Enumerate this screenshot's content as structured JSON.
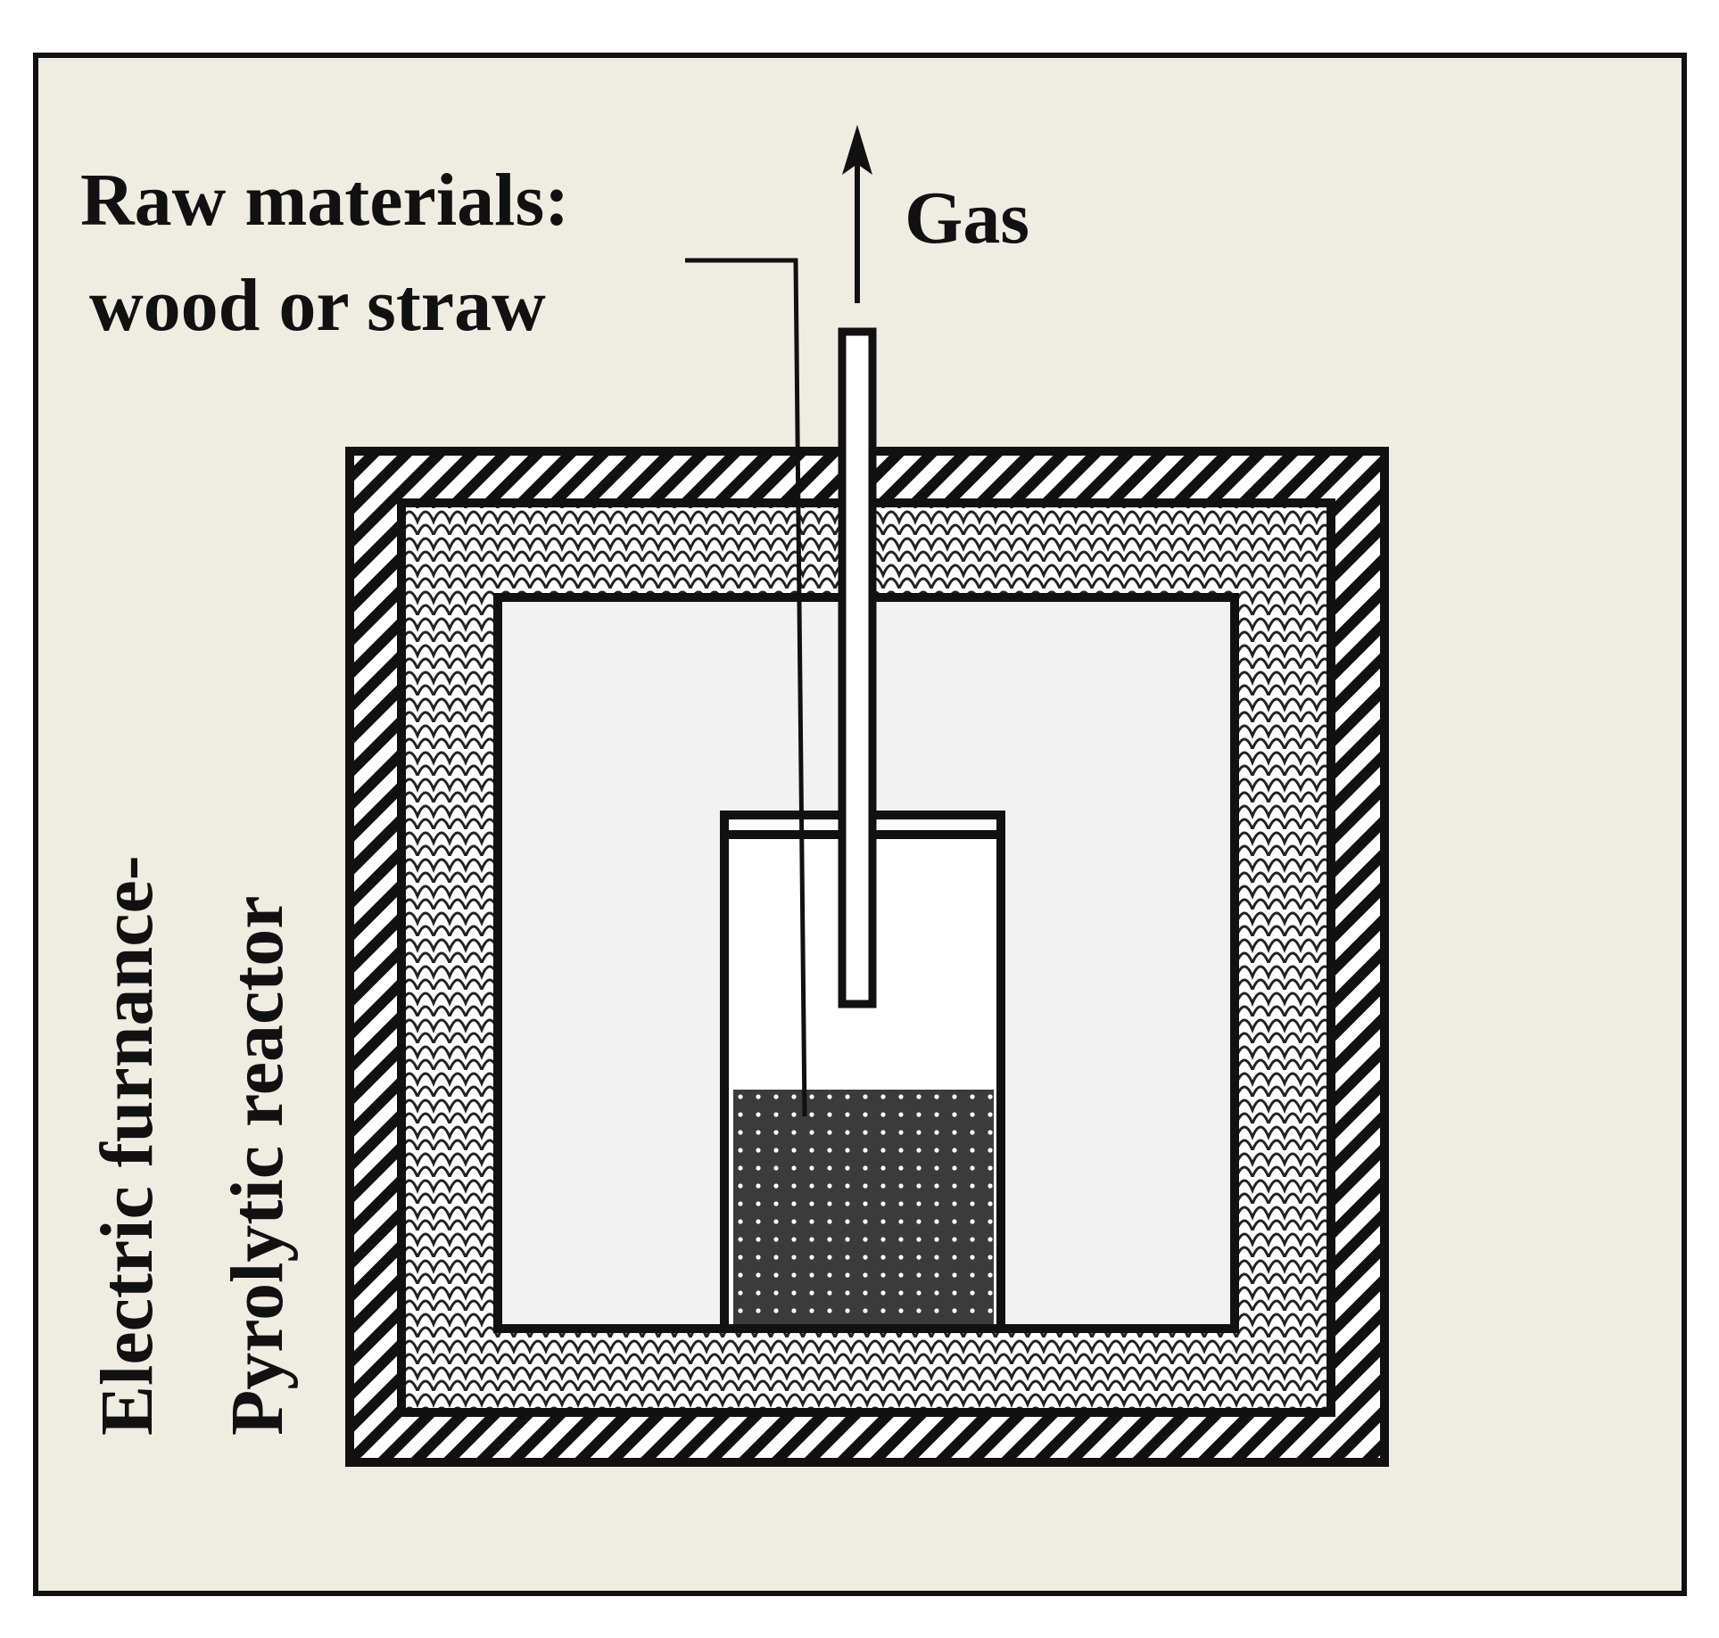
{
  "labels": {
    "raw_materials_line1": "Raw materials:",
    "raw_materials_line2": "wood or straw",
    "gas": "Gas",
    "furnace_line1": "Electric furnance-",
    "furnace_line2": "Pyrolytic reactor"
  },
  "colors": {
    "panel_background": "#efece2",
    "chamber_fill": "#f2f2f2",
    "outline": "#111111",
    "material_fill": "#3b3b3b"
  }
}
